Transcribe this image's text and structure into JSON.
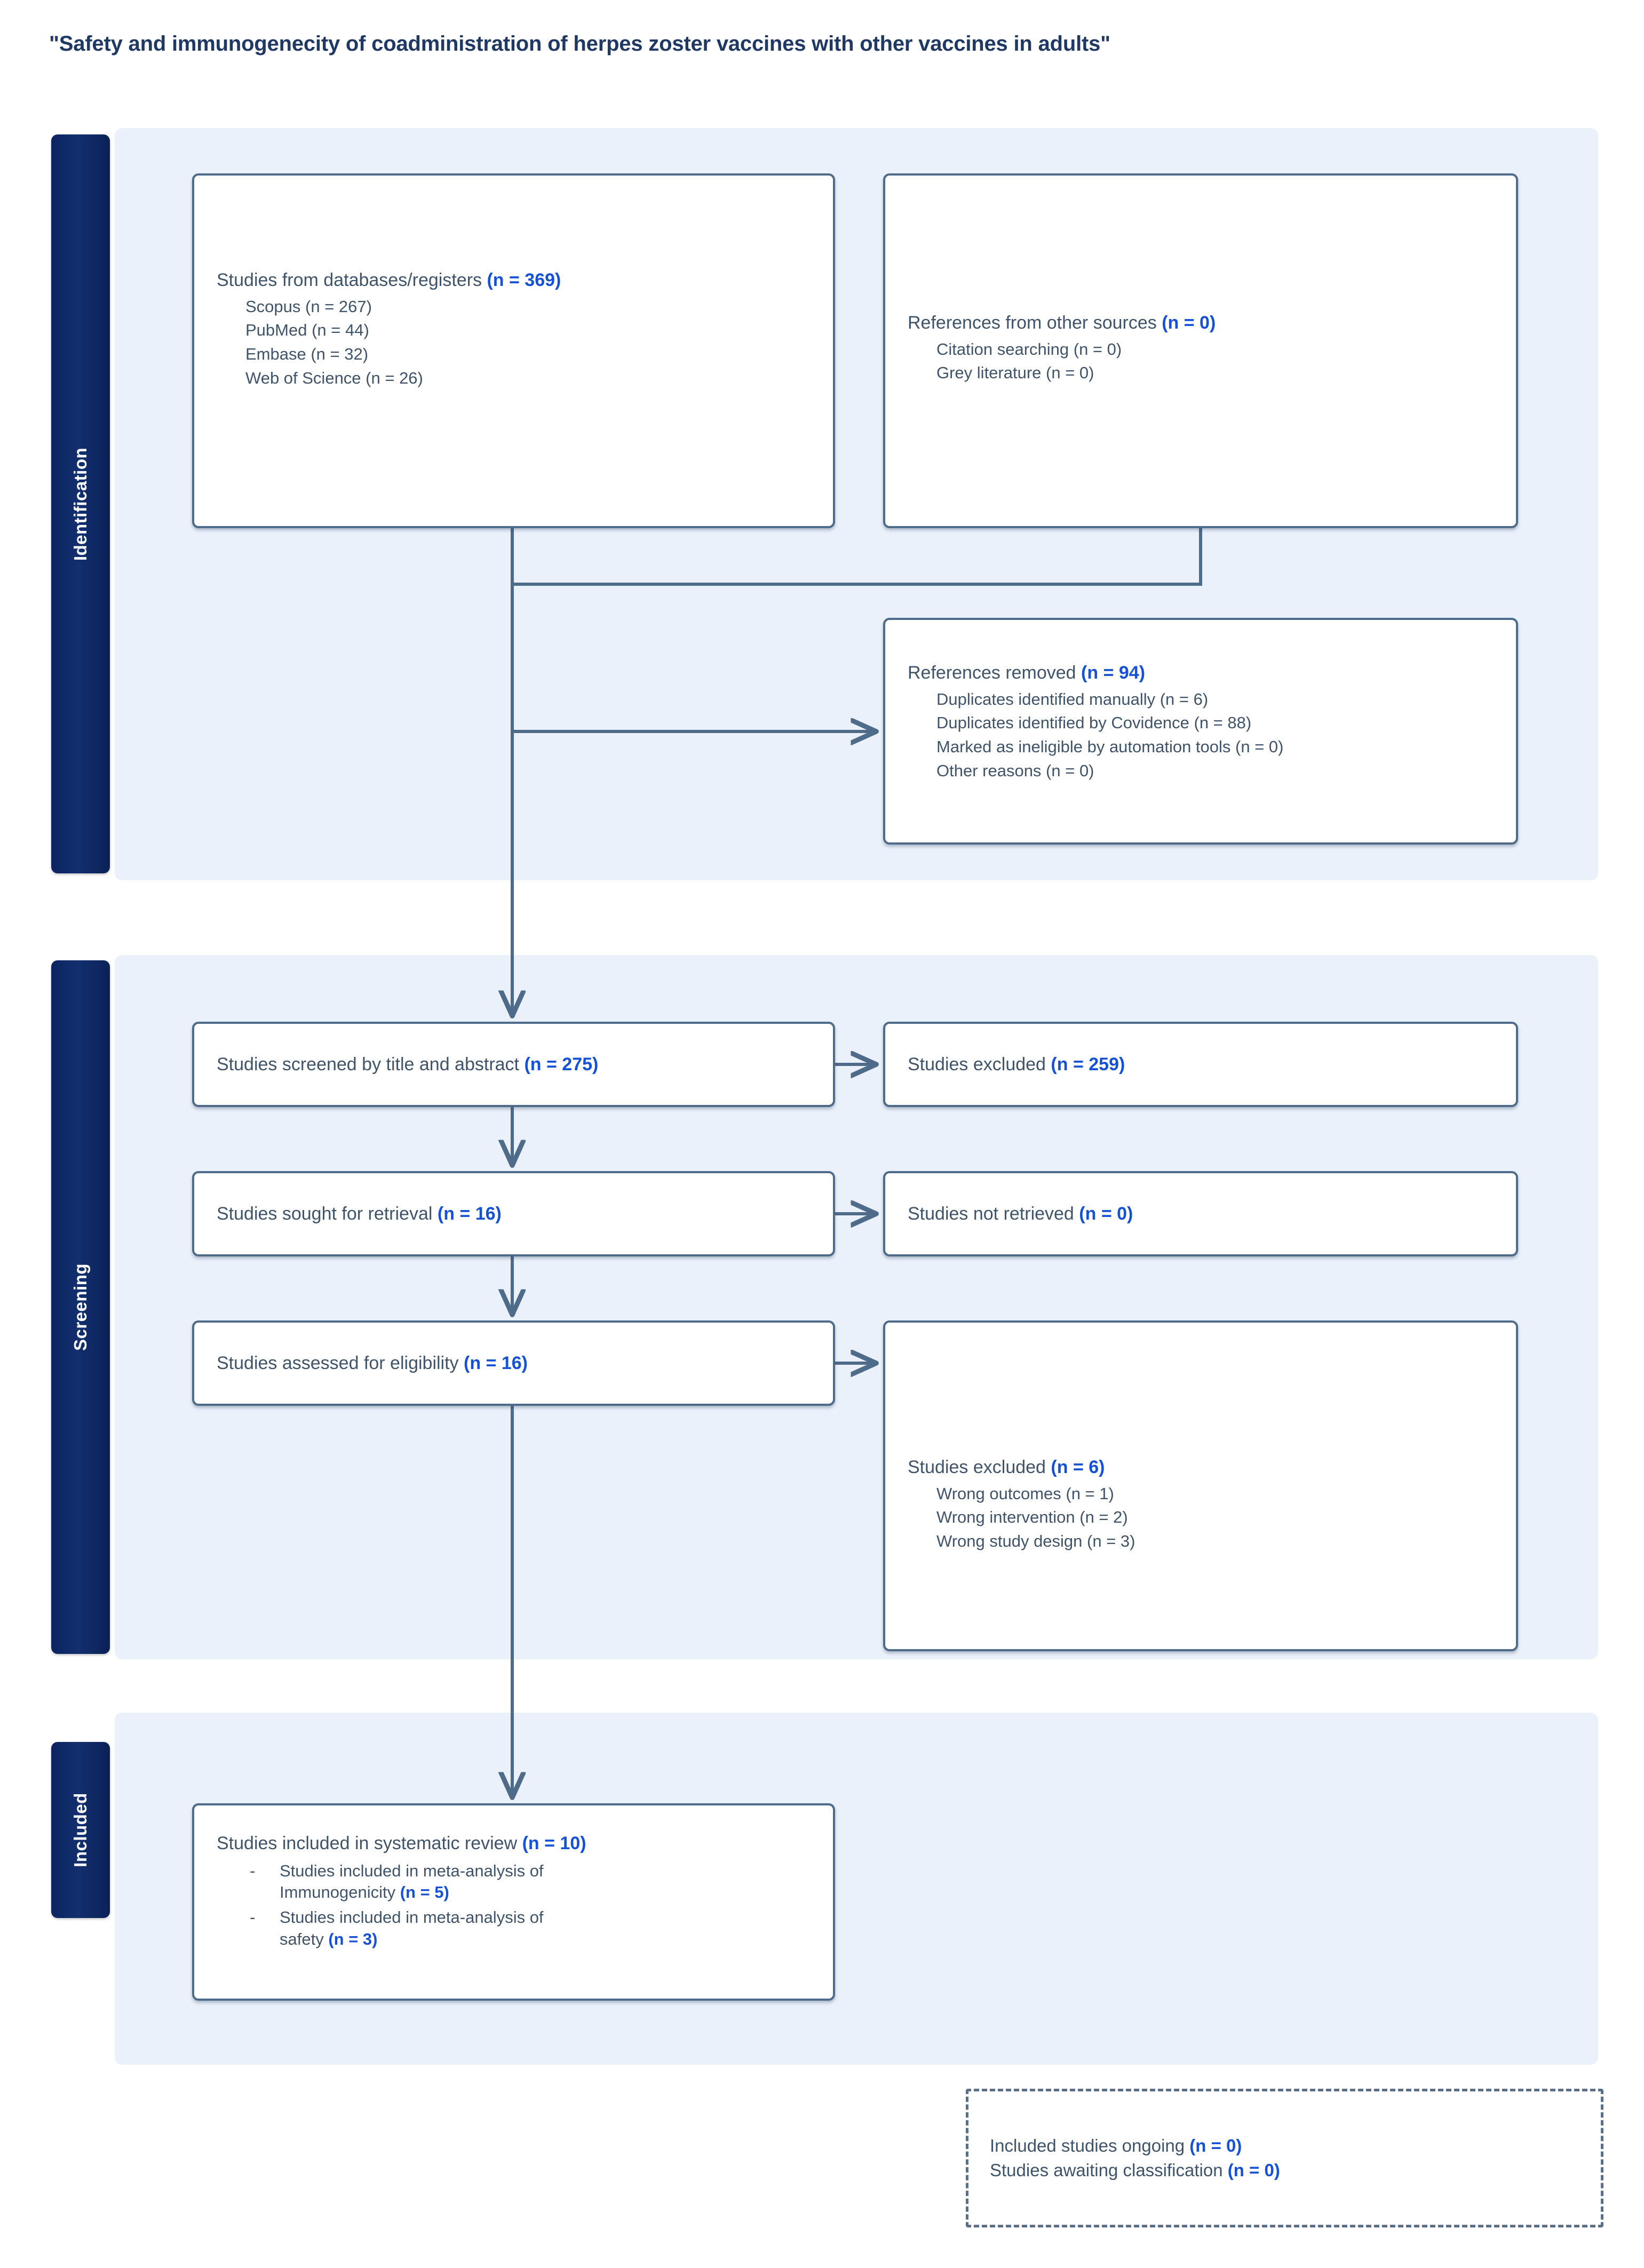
{
  "title": "\"Safety and immunogenecity of coadministration of herpes zoster vaccines with other vaccines in adults\"",
  "colors": {
    "accent_count": "#1551d6",
    "body_text": "#3f5369",
    "stage_bar": "#0c2461",
    "panel_background": "#eaf1fb",
    "box_border": "#4f6b8a",
    "title_text": "#1f3864"
  },
  "stages": [
    {
      "id": "identification",
      "label": "Identification"
    },
    {
      "id": "screening",
      "label": "Screening"
    },
    {
      "id": "included",
      "label": "Included"
    }
  ],
  "boxes": {
    "databases": {
      "title_text": "Studies from databases/registers ",
      "title_count": "(n = 369)",
      "items": [
        {
          "text": "Scopus ",
          "count": "(n = 267)"
        },
        {
          "text": "PubMed ",
          "count": "(n = 44)"
        },
        {
          "text": "Embase ",
          "count": "(n = 32)"
        },
        {
          "text": "Web of Science ",
          "count": "(n = 26)"
        }
      ]
    },
    "other_sources": {
      "title_text": "References from other sources ",
      "title_count": "(n = 0)",
      "items": [
        {
          "text": "Citation searching ",
          "count": "(n = 0)"
        },
        {
          "text": "Grey literature ",
          "count": "(n = 0)"
        }
      ]
    },
    "references_removed": {
      "title_text": "References removed ",
      "title_count": "(n = 94)",
      "items": [
        {
          "text": "Duplicates identified manually ",
          "count": "(n = 6)"
        },
        {
          "text": "Duplicates identified by Covidence ",
          "count": "(n = 88)"
        },
        {
          "text": "Marked as ineligible by automation tools ",
          "count": "(n = 0)"
        },
        {
          "text": "Other reasons ",
          "count": "(n = 0)"
        }
      ]
    },
    "screened": {
      "title_text": "Studies screened by title and abstract ",
      "title_count": "(n = 275)"
    },
    "excluded_screening": {
      "title_text": "Studies excluded ",
      "title_count": "(n = 259)"
    },
    "sought_retrieval": {
      "title_text": "Studies sought for retrieval ",
      "title_count": "(n = 16)"
    },
    "not_retrieved": {
      "title_text": "Studies not retrieved ",
      "title_count": "(n = 0)"
    },
    "assessed_eligibility": {
      "title_text": "Studies assessed for eligibility ",
      "title_count": "(n = 16)"
    },
    "excluded_eligibility": {
      "title_text": "Studies excluded ",
      "title_count": "(n = 6)",
      "items": [
        {
          "text": "Wrong outcomes ",
          "count": "(n = 1)"
        },
        {
          "text": "Wrong intervention ",
          "count": "(n = 2)"
        },
        {
          "text": "Wrong study design ",
          "count": "(n = 3)"
        }
      ]
    },
    "included_review": {
      "title_text": "Studies included in systematic review ",
      "title_count": "(n = 10)",
      "items": [
        {
          "line1": "Studies included in meta-analysis of",
          "line2": "Immunogenicity ",
          "count": "(n = 5)"
        },
        {
          "line1": "Studies included in meta-analysis of",
          "line2": "safety ",
          "count": "(n = 3)"
        }
      ]
    },
    "ongoing": {
      "line1_text": "Included studies ongoing ",
      "line1_count": "(n = 0)",
      "line2_text": "Studies awaiting classification ",
      "line2_count": "(n = 0)"
    }
  }
}
